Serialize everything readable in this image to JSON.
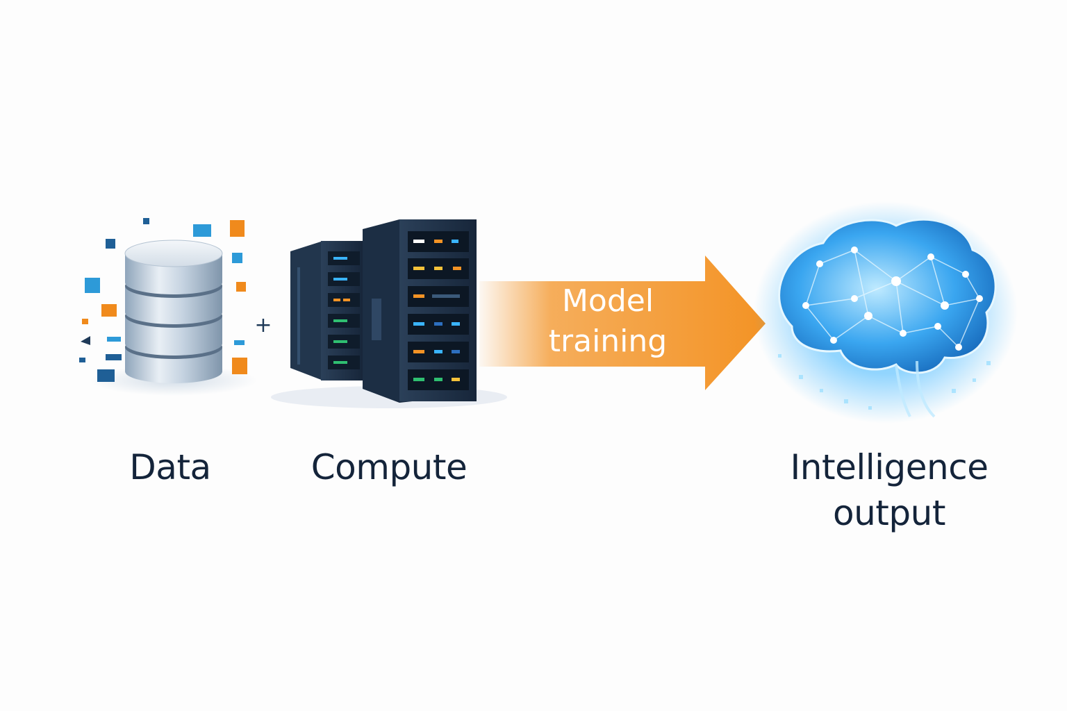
{
  "labels": {
    "data": "Data",
    "compute": "Compute",
    "intelligence_line1": "Intelligence",
    "intelligence_line2": "output"
  },
  "arrow": {
    "line1": "Model",
    "line2": "training"
  },
  "plus_sign": "+",
  "icons": {
    "database": "database-icon",
    "servers": "server-rack-icon",
    "brain": "neural-brain-icon"
  },
  "colors": {
    "text": "#14243a",
    "arrow_orange": "#f39325",
    "database_silver": "#b8c7d6",
    "server_navy": "#1f3148",
    "brain_blue": "#3ab4ff"
  }
}
